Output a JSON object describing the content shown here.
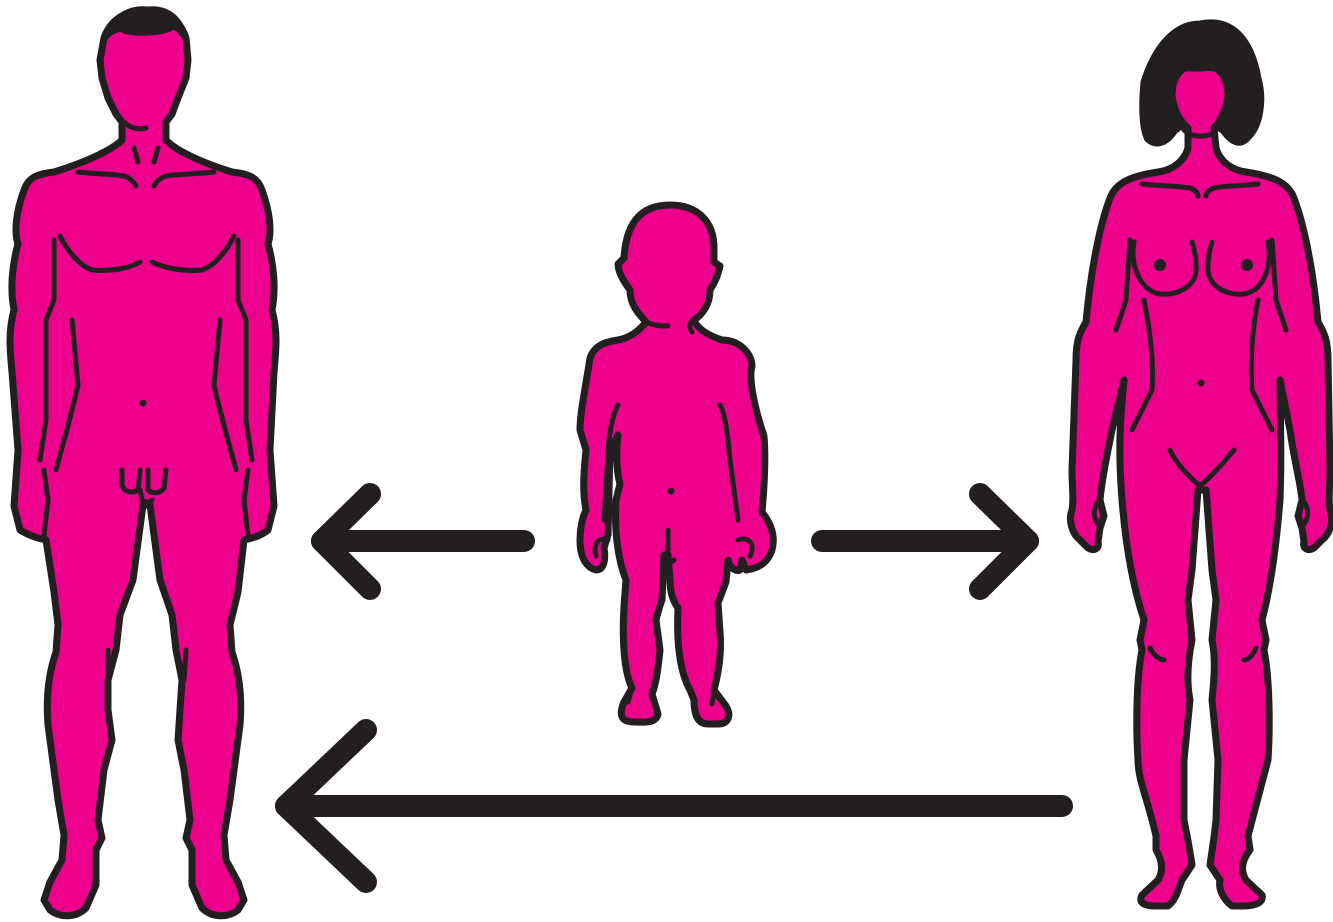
{
  "colors": {
    "background": "#ffffff",
    "body_fill": "#ec008c",
    "outline": "#231f20",
    "hair": "#231f20",
    "arrow": "#231f20"
  },
  "figures": [
    {
      "name": "adult-male",
      "icon": "man-figure-icon"
    },
    {
      "name": "child",
      "icon": "child-figure-icon"
    },
    {
      "name": "adult-female",
      "icon": "woman-figure-icon"
    }
  ],
  "arrows": [
    {
      "name": "child-to-male",
      "from": "child",
      "to": "adult-male",
      "direction": "left"
    },
    {
      "name": "child-to-female",
      "from": "child",
      "to": "adult-female",
      "direction": "right"
    },
    {
      "name": "female-to-male",
      "from": "adult-female",
      "to": "adult-male",
      "direction": "left"
    }
  ]
}
